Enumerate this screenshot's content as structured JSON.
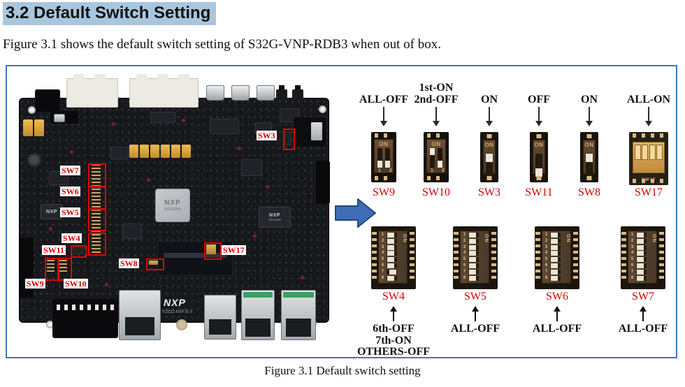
{
  "page": {
    "heading": "3.2 Default Switch Setting",
    "intro": "Figure 3.1 shows the default switch setting of S32G-VNP-RDB3 when out of box.",
    "caption": "Figure 3.1  Default switch setting"
  },
  "colors": {
    "heading_highlight": "#a9c6df",
    "figure_border": "#4577b6",
    "annotation_red": "#d10000",
    "arrow_blue": "#3e6cb5"
  },
  "board": {
    "main_chip": {
      "brand": "NXP",
      "part": "S32G399A"
    },
    "eth_chip": {
      "brand": "NXP",
      "part": "SJA1110"
    },
    "left_chip_brand": "NXP",
    "bottom_logo": "NXP",
    "copyright": "©2022 NXP B.V",
    "annotations": [
      "SW7",
      "SW6",
      "SW5",
      "SW4",
      "SW11",
      "SW9",
      "SW10",
      "SW8",
      "SW17",
      "SW3"
    ]
  },
  "top_row": [
    {
      "name": "SW9",
      "setting": "ALL-OFF",
      "type": "dip2",
      "on_text": "ON",
      "digits": "1 2",
      "state": [
        0,
        0
      ]
    },
    {
      "name": "SW10",
      "setting": "1st-ON\n2nd-OFF",
      "type": "dip2",
      "on_text": "ON",
      "digits": "1 2",
      "state": [
        1,
        0
      ]
    },
    {
      "name": "SW3",
      "setting": "ON",
      "type": "slide",
      "on_text": "ON",
      "state": [
        1
      ]
    },
    {
      "name": "SW11",
      "setting": "OFF",
      "type": "slide",
      "on_text": "ON",
      "state": [
        0
      ]
    },
    {
      "name": "SW8",
      "setting": "ON",
      "type": "slide",
      "on_text": "ON",
      "state": [
        1
      ]
    },
    {
      "name": "SW17",
      "setting": "ALL-ON",
      "type": "dip4",
      "print": "SW17",
      "state": [
        1,
        1,
        1,
        1
      ]
    }
  ],
  "bottom_row": [
    {
      "name": "SW4",
      "setting": "6th-OFF\n7th-ON\nOTHERS-OFF",
      "type": "dip8",
      "on_text": "ON",
      "digits": [
        "1",
        "2",
        "3",
        "4",
        "5",
        "6",
        "7",
        "8"
      ],
      "state": [
        0,
        0,
        0,
        0,
        0,
        0,
        1,
        0
      ]
    },
    {
      "name": "SW5",
      "setting": "ALL-OFF",
      "type": "dip8",
      "on_text": "ON",
      "digits": [
        "1",
        "2",
        "3",
        "4",
        "5",
        "6",
        "7",
        "8"
      ],
      "state": [
        0,
        0,
        0,
        0,
        0,
        0,
        0,
        0
      ]
    },
    {
      "name": "SW6",
      "setting": "ALL-OFF",
      "type": "dip8",
      "on_text": "ON",
      "digits": [
        "1",
        "2",
        "3",
        "4",
        "5",
        "6",
        "7",
        "8"
      ],
      "state": [
        0,
        0,
        0,
        0,
        0,
        0,
        0,
        0
      ]
    },
    {
      "name": "SW7",
      "setting": "ALL-OFF",
      "type": "dip8",
      "on_text": "ON",
      "digits": [
        "1",
        "2",
        "3",
        "4",
        "5",
        "6",
        "7",
        "8"
      ],
      "state": [
        0,
        0,
        0,
        0,
        0,
        0,
        0,
        0
      ]
    }
  ]
}
